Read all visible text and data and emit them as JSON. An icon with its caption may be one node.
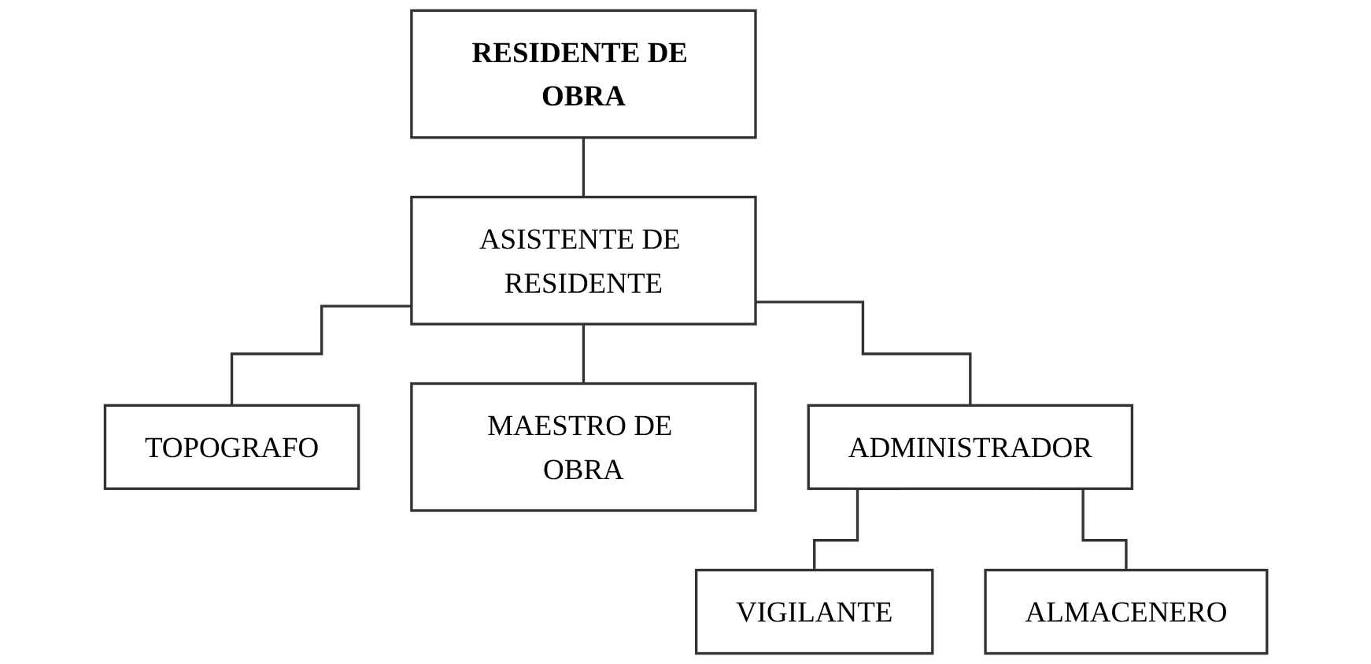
{
  "diagram": {
    "nodes": [
      {
        "text": [
          "RESIDENTE DE OBRA"
        ]
      },
      {
        "text": [
          "ASISTENTE DE RESIDENTE"
        ]
      },
      {
        "text": [
          "TOPOGRAFO"
        ]
      },
      {
        "text": [
          "MAESTRO DE OBRA"
        ]
      },
      {
        "text": [
          "ADMINISTRADOR"
        ]
      },
      {
        "text": [
          "VIGILANTE"
        ]
      },
      {
        "text": [
          "ALMACENERO"
        ]
      }
    ],
    "edges": [
      {
        "from": 0,
        "to": 1,
        "arrow": "none"
      },
      {
        "from": 1,
        "to": 2,
        "arrow": "none"
      },
      {
        "from": 1,
        "to": 3,
        "arrow": "none"
      },
      {
        "from": 1,
        "to": 4,
        "arrow": "none"
      },
      {
        "from": 4,
        "to": 5,
        "arrow": "none"
      },
      {
        "from": 4,
        "to": 6,
        "arrow": "none"
      }
    ]
  }
}
